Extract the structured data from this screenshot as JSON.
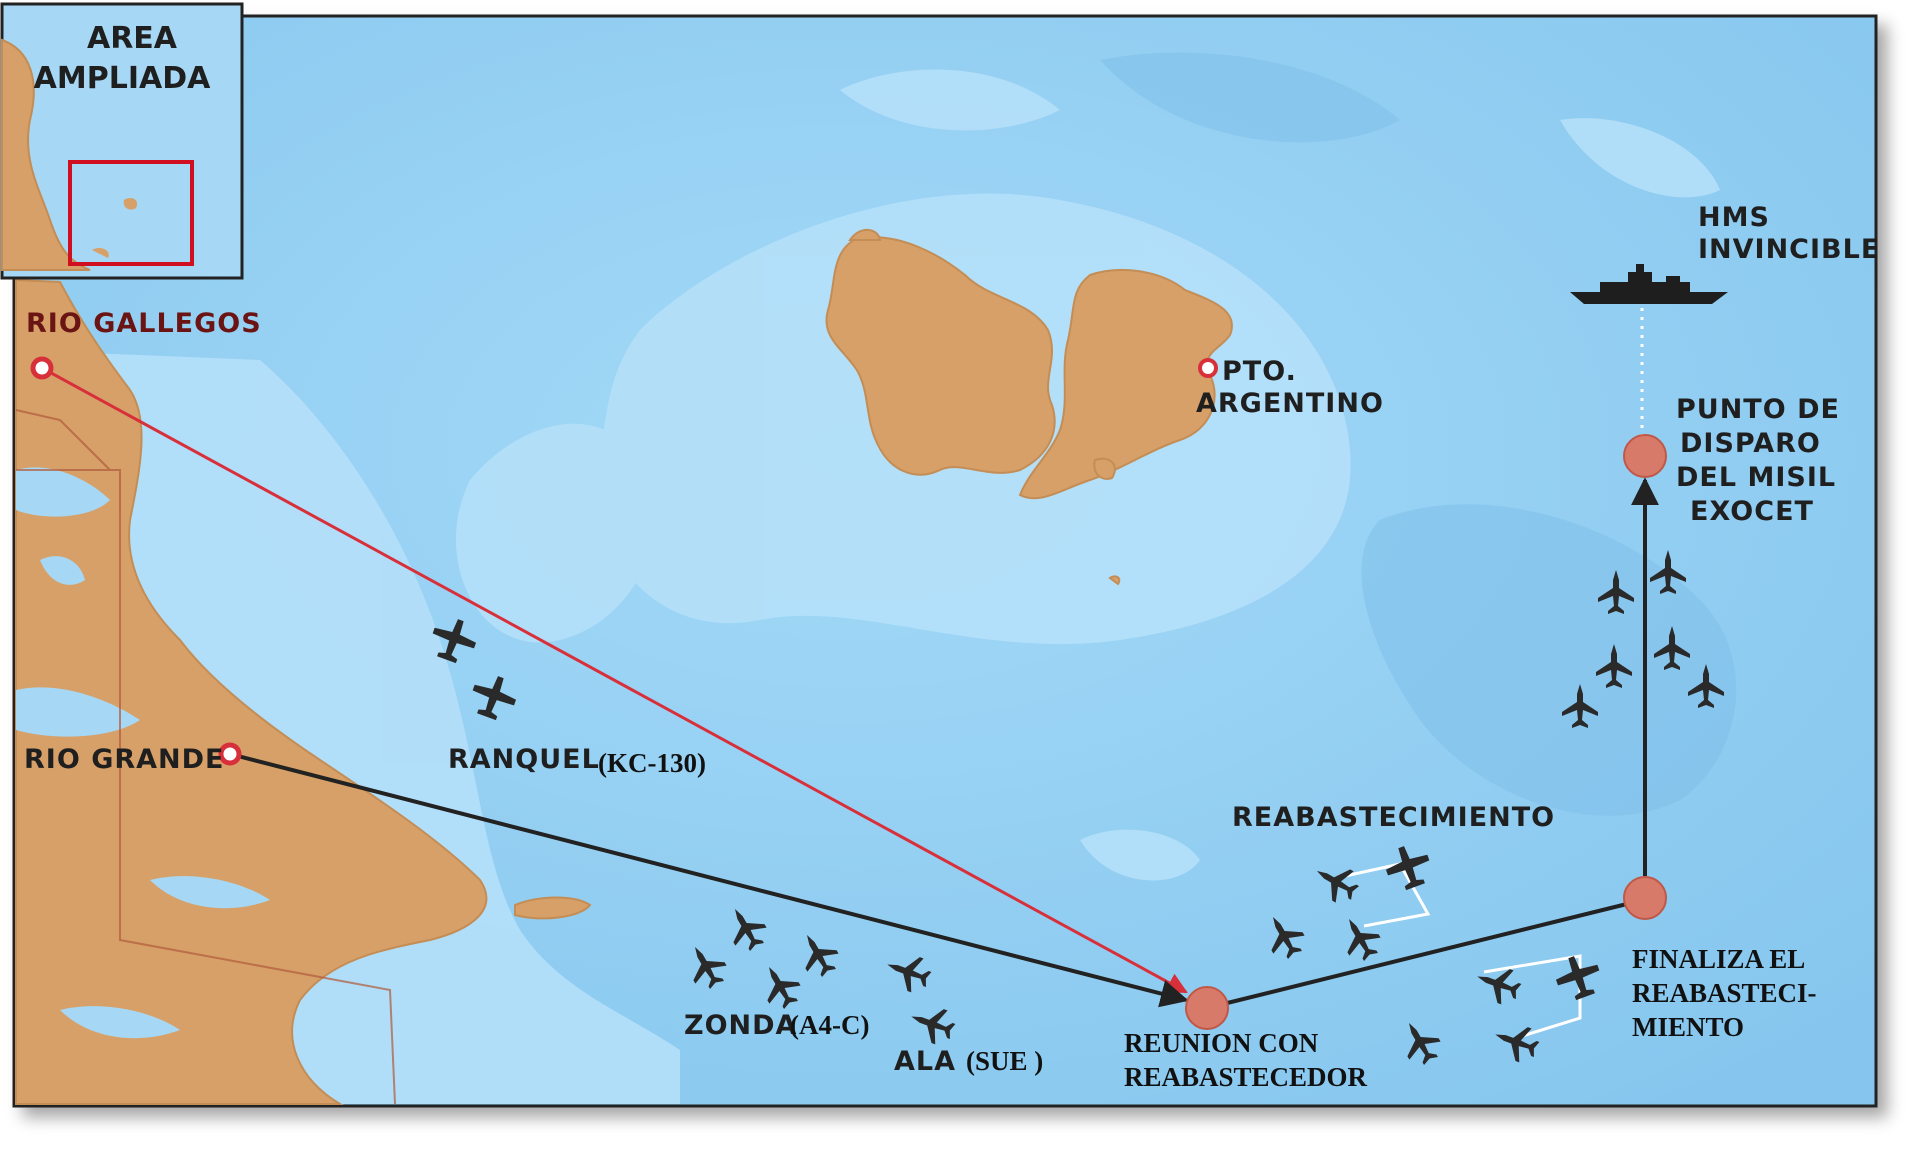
{
  "colors": {
    "ocean": "#8fcdf2",
    "ocean_light": "#b9e2fa",
    "ocean_shelf": "#a6d8f6",
    "land": "#d6a068",
    "land_edge": "#c48d55",
    "route_red": "#d8303a",
    "route_black": "#222222",
    "point_fill": "#d87a6a",
    "base_marker": "#d8303a",
    "text_dark": "#1f1f1f",
    "text_base": "#6b1414",
    "inset_frame": "#d01020"
  },
  "inset": {
    "line1": "AREA",
    "line2": "AMPLIADA"
  },
  "bases": {
    "rio_gallegos": "RIO GALLEGOS",
    "rio_grande": "RIO GRANDE",
    "pto_argentino_1": "PTO.",
    "pto_argentino_2": "ARGENTINO"
  },
  "ship": {
    "line1": "HMS",
    "line2": "INVINCIBLE"
  },
  "points": {
    "launch_1": "PUNTO DE",
    "launch_2": "DISPARO",
    "launch_3": "DEL MISIL",
    "launch_4": "EXOCET",
    "refuel_label": "REABASTECIMIENTO",
    "end_1": "FINALIZA EL",
    "end_2": "REABASTECI-",
    "end_3": "MIENTO",
    "meet_1": "REUNION CON",
    "meet_2": "REABASTECEDOR"
  },
  "aircraft": {
    "ranquel": "RANQUEL",
    "ranquel_type": "(KC-130)",
    "zonda": "ZONDA",
    "zonda_type": "(A4-C)",
    "ala": "ALA",
    "ala_type": "(SUE )"
  },
  "icons": {
    "base": "base-marker-icon",
    "aircraft": "aircraft-icon",
    "ship": "warship-icon"
  }
}
